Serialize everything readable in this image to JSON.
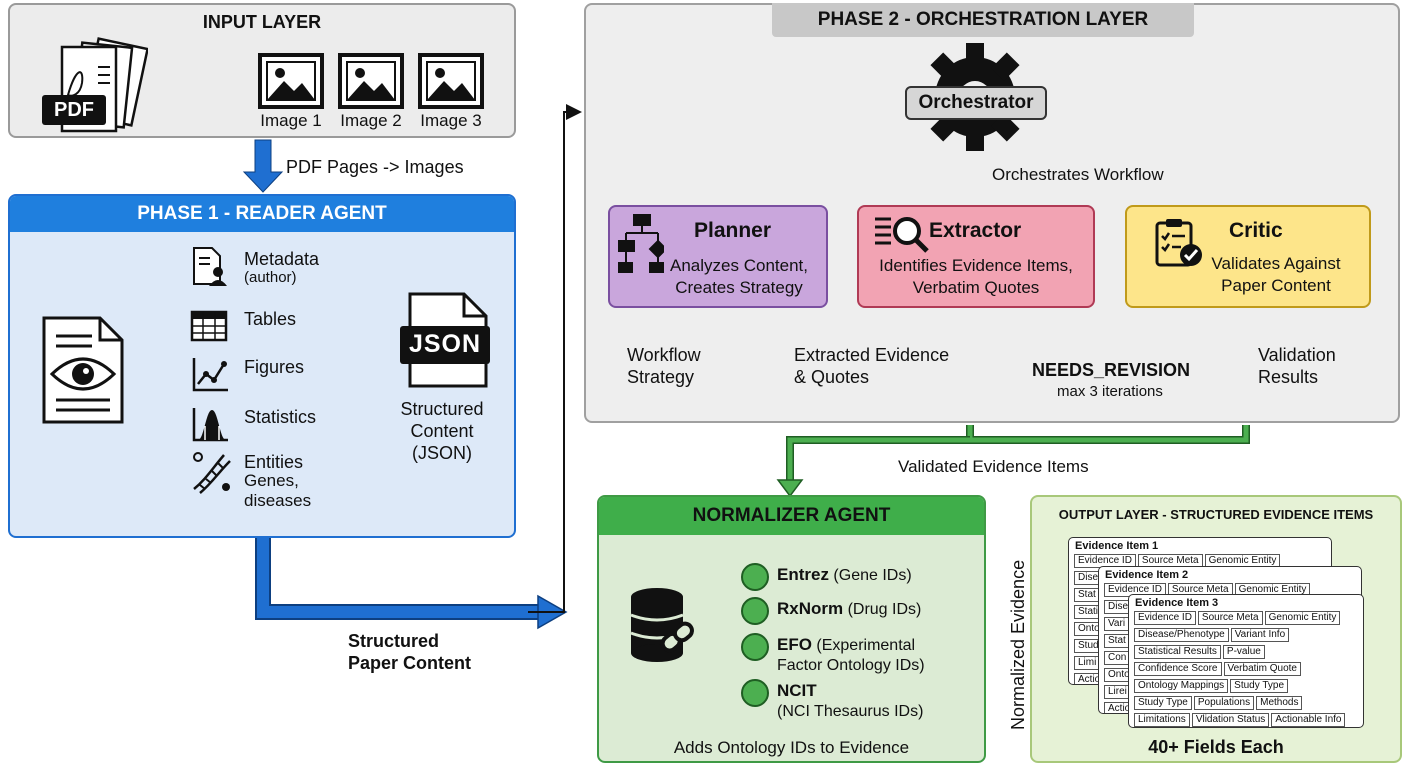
{
  "input_layer": {
    "title": "INPUT LAYER",
    "pdf_label": "PDF",
    "images": [
      "Image 1",
      "Image 2",
      "Image 3"
    ],
    "arrow_label": "PDF Pages -> Images"
  },
  "phase1": {
    "title": "PHASE 1 - READER AGENT",
    "items": [
      {
        "label": "Metadata",
        "sub": "(author)",
        "icon": "metadata-icon"
      },
      {
        "label": "Tables",
        "sub": "",
        "icon": "table-icon"
      },
      {
        "label": "Figures",
        "sub": "",
        "icon": "line-chart-icon"
      },
      {
        "label": "Statistics",
        "sub": "",
        "icon": "distribution-icon"
      },
      {
        "label": "Entities",
        "sub": "Genes,\ndiseases",
        "icon": "dna-icon"
      }
    ],
    "json_badge": "JSON",
    "json_caption": "Structured\nContent\n(JSON)",
    "output_label": "Structured\nPaper Content"
  },
  "phase2": {
    "title": "PHASE 2 - ORCHESTRATION LAYER",
    "orchestrator": "Orchestrator",
    "orchestrates_label": "Orchestrates Workflow",
    "planner": {
      "title": "Planner",
      "desc": "Analyzes Content,\nCreates Strategy",
      "color": "#c9a6dc"
    },
    "extractor": {
      "title": "Extractor",
      "desc": "Identifies Evidence Items,\nVerbatim Quotes",
      "color": "#f2a3b3"
    },
    "critic": {
      "title": "Critic",
      "desc": "Validates Against\nPaper Content",
      "color": "#fde58a"
    },
    "planner_out": "Workflow\nStrategy",
    "extractor_out": "Extracted Evidence\n& Quotes",
    "critic_out": "Validation\nResults",
    "revision_label": "NEEDS_REVISION",
    "revision_sub": "max 3 iterations",
    "validated_label": "Validated Evidence Items"
  },
  "normalizer": {
    "title": "NORMALIZER AGENT",
    "ontologies": [
      {
        "name": "Entrez",
        "desc": " (Gene IDs)"
      },
      {
        "name": "RxNorm",
        "desc": " (Drug IDs)"
      },
      {
        "name": "EFO",
        "desc": " (Experimental\nFactor Ontology IDs)"
      },
      {
        "name": "NCIT",
        "desc": "\n(NCI Thesaurus IDs)"
      }
    ],
    "footer": "Adds Ontology IDs to Evidence",
    "side_label": "Normalized Evidence"
  },
  "output_layer": {
    "title": "OUTPUT LAYER - STRUCTURED EVIDENCE ITEMS",
    "cards": [
      {
        "title": "Evidence Item 1",
        "rows": [
          [
            "Evidence ID",
            "Source Meta",
            "Genomic Entity"
          ],
          [
            "Disea"
          ],
          [
            "Stat"
          ],
          [
            "Stati"
          ],
          [
            "Onto"
          ],
          [
            "Stud"
          ],
          [
            "Limi"
          ],
          [
            "Actio"
          ]
        ]
      },
      {
        "title": "Evidence Item 2",
        "rows": [
          [
            "Evidence ID",
            "Source Meta",
            "Genomic Entity"
          ],
          [
            "Disea"
          ],
          [
            "Vari"
          ],
          [
            "Stat"
          ],
          [
            "Con"
          ],
          [
            "Onto"
          ],
          [
            "Lirei"
          ],
          [
            "Actio"
          ]
        ]
      },
      {
        "title": "Evidence Item 3",
        "rows": [
          [
            "Evidence ID",
            "Source Meta",
            "Genomic Entity"
          ],
          [
            "Disease/Phenotype",
            "Variant Info"
          ],
          [
            "Statistical Results",
            "P-value"
          ],
          [
            "Confidence Score",
            "Verbatim Quote"
          ],
          [
            "Ontology Mappings",
            "Study Type"
          ],
          [
            "Study Type",
            "Populations",
            "Methods"
          ],
          [
            "Limitations",
            "Vlidation Status",
            "Actionable Info"
          ],
          [
            "Actionable Info",
            "..."
          ]
        ]
      }
    ],
    "footer": "40+ Fields Each"
  }
}
